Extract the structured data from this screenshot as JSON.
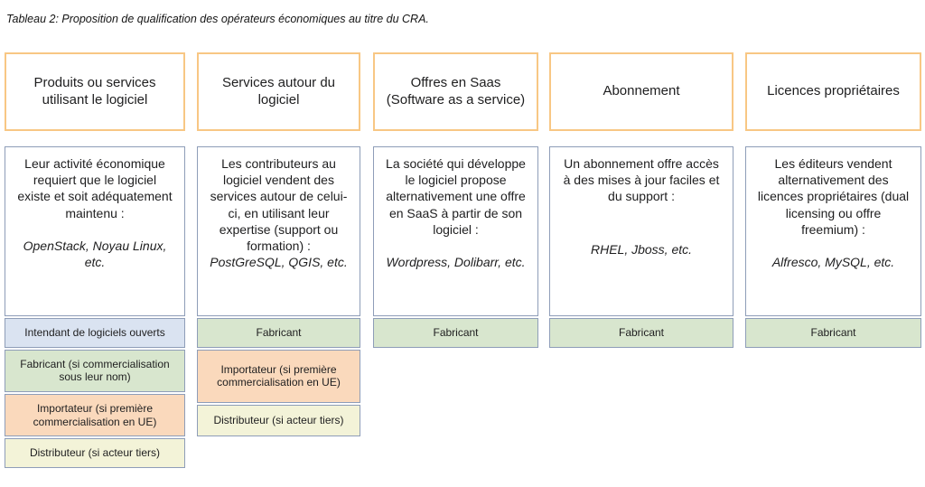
{
  "caption": "Tableau 2: Proposition de qualification des opérateurs économiques au titre du CRA.",
  "colors": {
    "header_border": "#F8C784",
    "box_border": "#8E9DB8",
    "label_blue": "#DAE3F1",
    "label_green": "#D8E6CE",
    "label_orange": "#FAD9BC",
    "label_yellow": "#F3F3D8"
  },
  "columns": [
    {
      "header": "Produits ou services utilisant le logiciel",
      "description": "Leur activité économique requiert que le logiciel existe et soit adéquatement maintenu :",
      "examples": "OpenStack, Noyau Linux, etc.",
      "labels": [
        {
          "text": "Intendant de logiciels ouverts",
          "color": "blue"
        },
        {
          "text": "Fabricant (si commercialisation sous leur nom)",
          "color": "green"
        },
        {
          "text": "Importateur (si première commercialisation en UE)",
          "color": "orange"
        },
        {
          "text": "Distributeur (si acteur tiers)",
          "color": "yellow"
        }
      ]
    },
    {
      "header": "Services autour du logiciel",
      "description": "Les contributeurs au logiciel vendent des services autour de celui-ci, en utilisant leur expertise (support ou formation) :",
      "examples": "PostGreSQL, QGIS, etc.",
      "labels": [
        {
          "text": "Fabricant",
          "color": "green"
        },
        {
          "text": "Importateur (si première commercialisation en UE)",
          "color": "orange"
        },
        {
          "text": "Distributeur (si acteur tiers)",
          "color": "yellow"
        }
      ]
    },
    {
      "header": "Offres en Saas (Software as a service)",
      "description": "La société qui développe le logiciel propose alternativement une offre en SaaS à partir de son logiciel :",
      "examples": "Wordpress, Dolibarr, etc.",
      "labels": [
        {
          "text": "Fabricant",
          "color": "green"
        }
      ]
    },
    {
      "header": "Abonnement",
      "description": "Un abonnement offre accès à des mises à jour faciles et du support :",
      "examples": "RHEL, Jboss, etc.",
      "labels": [
        {
          "text": "Fabricant",
          "color": "green"
        }
      ]
    },
    {
      "header": "Licences propriétaires",
      "description": "Les éditeurs vendent alternativement des licences propriétaires (dual licensing ou offre freemium) :",
      "examples": "Alfresco, MySQL, etc.",
      "labels": [
        {
          "text": "Fabricant",
          "color": "green"
        }
      ]
    }
  ]
}
